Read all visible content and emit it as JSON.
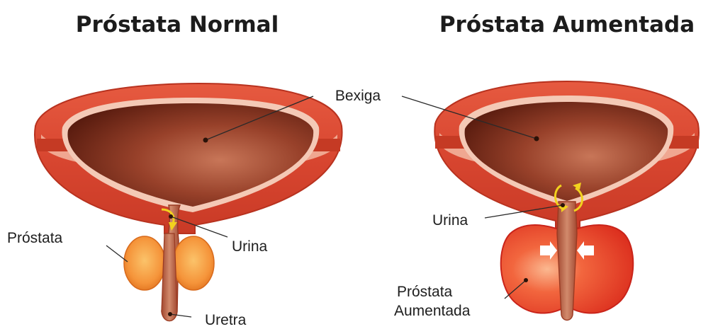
{
  "titles": {
    "normal": "Próstata Normal",
    "enlarged": "Próstata Aumentada"
  },
  "labels": {
    "bladder": "Bexiga",
    "urine_left": "Urina",
    "urine_right": "Urina",
    "prostate": "Próstata",
    "urethra": "Uretra",
    "enlarged_line1": "Próstata",
    "enlarged_line2": "Aumentada"
  },
  "colors": {
    "muscle_outer": "#d94832",
    "muscle_light": "#f08a6a",
    "lining": "#f6d2c4",
    "cavity_dark": "#5a1a0c",
    "cavity_light": "#c26a4e",
    "prostate_normal": "#f59a3c",
    "prostate_enlarged": "#ea3a1f",
    "urine_arrow": "#f2d21e"
  }
}
